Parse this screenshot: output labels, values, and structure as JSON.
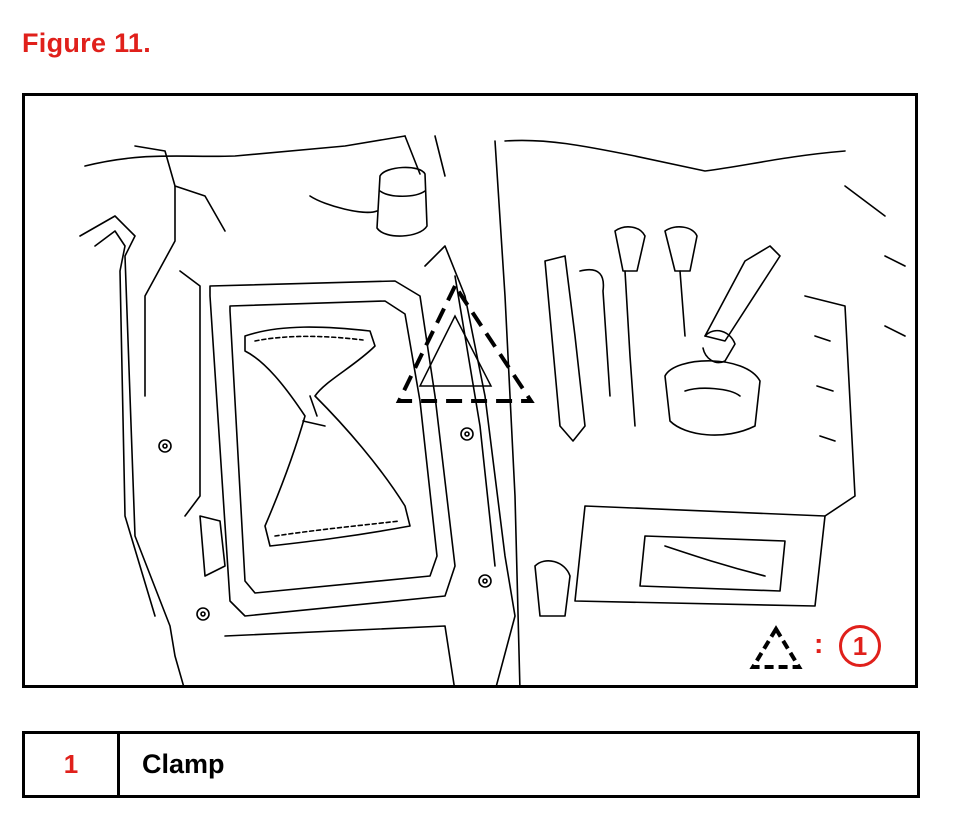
{
  "figure": {
    "title": "Figure 11.",
    "icons": [
      "dashed-triangle-clamp-marker-icon"
    ]
  },
  "callout_key": {
    "separator": ":",
    "number": "1"
  },
  "legend": {
    "items": [
      {
        "number": "1",
        "description": "Clamp"
      }
    ]
  },
  "colors": {
    "accent_red": "#e0201b",
    "line": "#000000"
  }
}
